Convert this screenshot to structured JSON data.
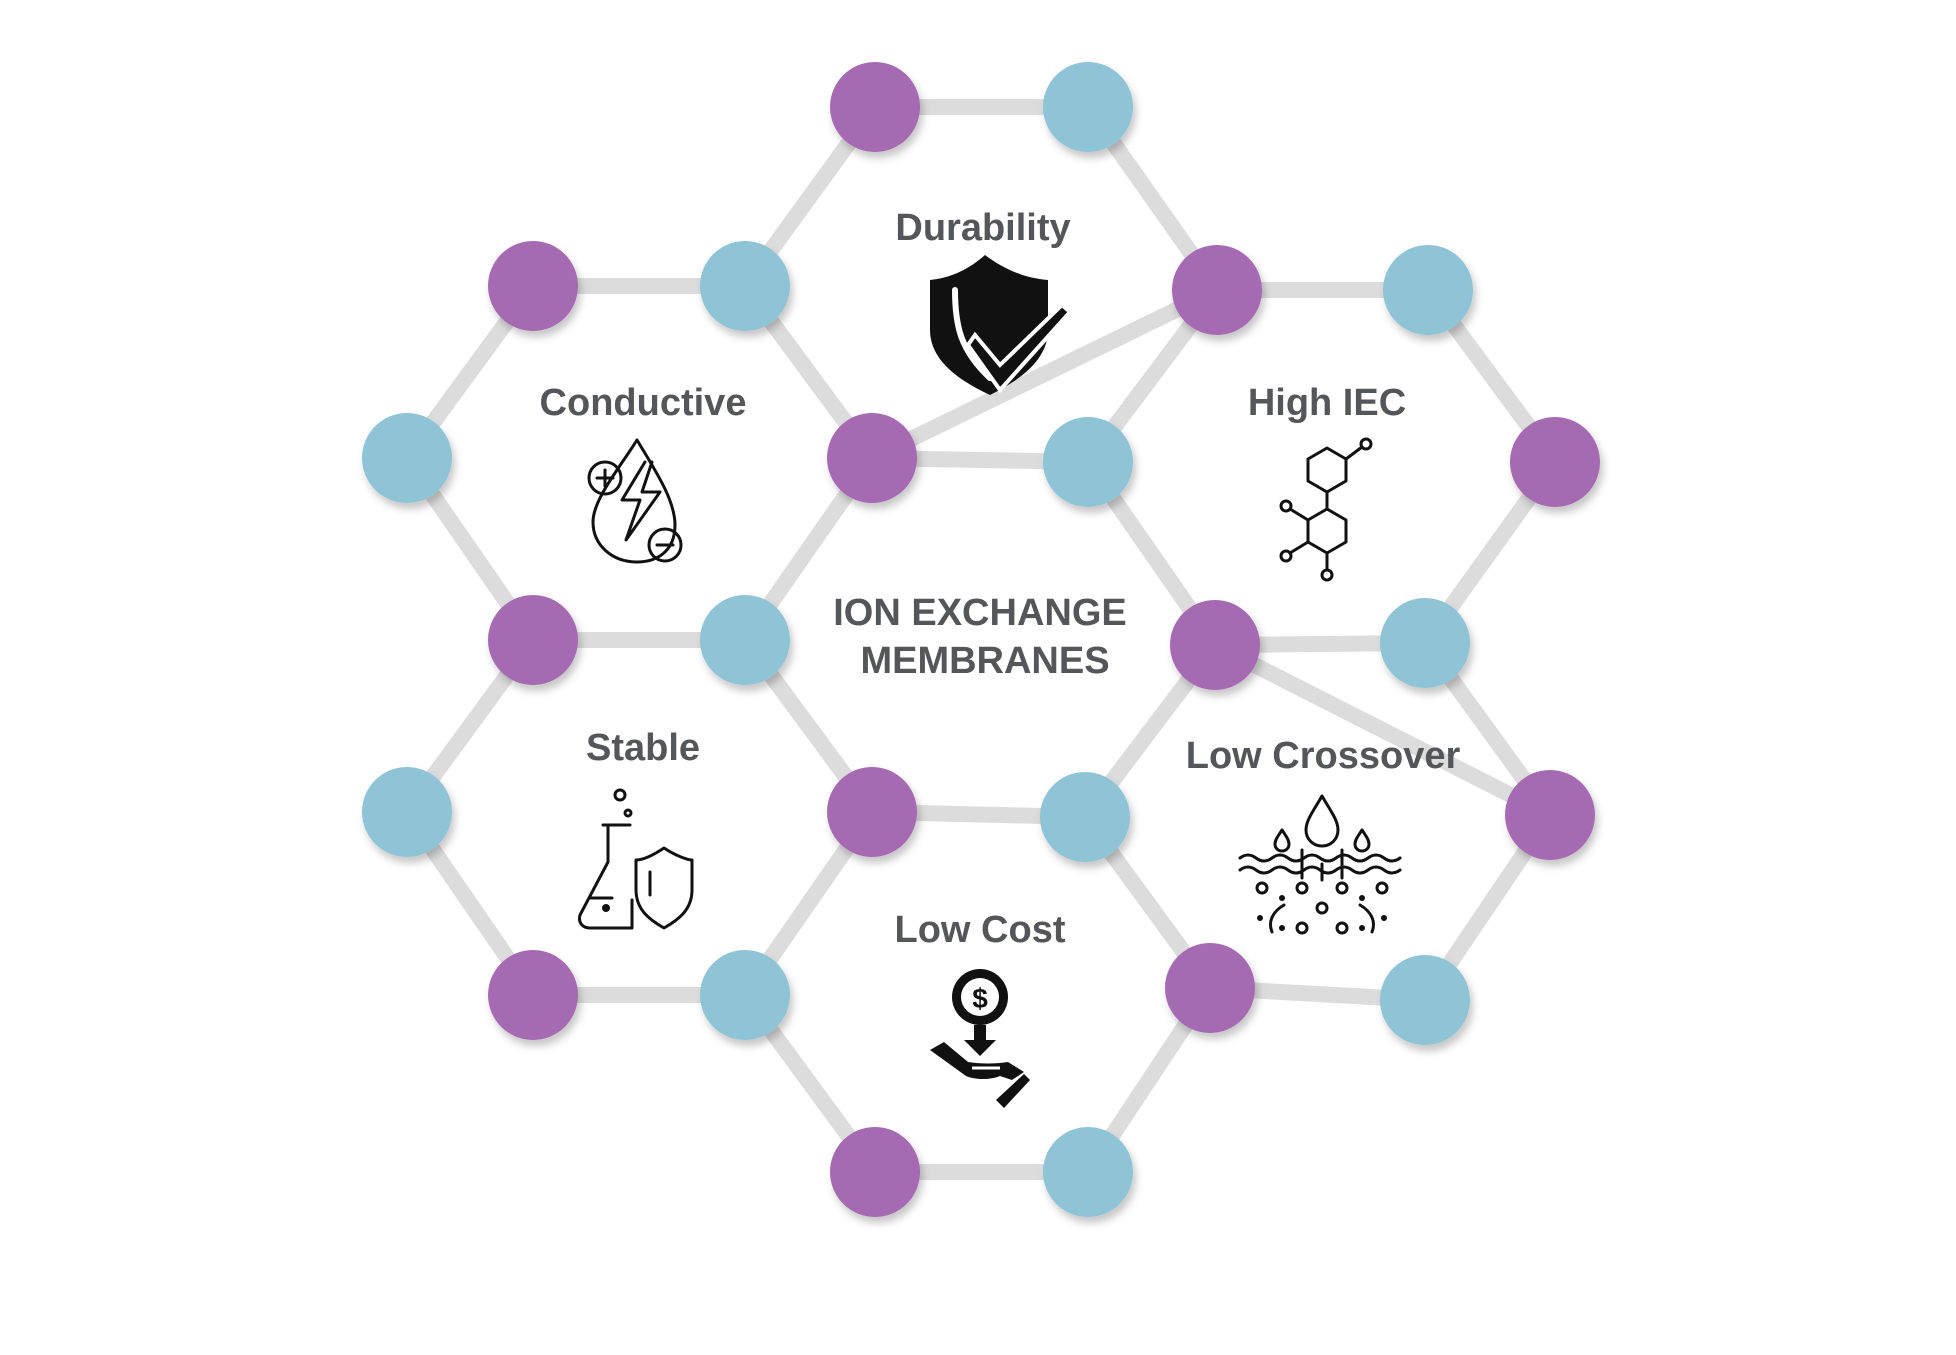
{
  "center": {
    "line1": "ION EXCHANGE",
    "line2": "MEMBRANES"
  },
  "properties": [
    {
      "label": "Durability",
      "icon": "shield-check-icon"
    },
    {
      "label": "Conductive",
      "icon": "charged-drop-icon"
    },
    {
      "label": "High IEC",
      "icon": "molecule-icon"
    },
    {
      "label": "Stable",
      "icon": "flask-shield-icon"
    },
    {
      "label": "Low Crossover",
      "icon": "membrane-permeation-icon"
    },
    {
      "label": "Low Cost",
      "icon": "hand-coin-icon"
    }
  ],
  "colors": {
    "purple_node": "#a56ab2",
    "blue_node": "#8fc3d6",
    "edge": "#dcdcdc",
    "text": "#555659"
  }
}
